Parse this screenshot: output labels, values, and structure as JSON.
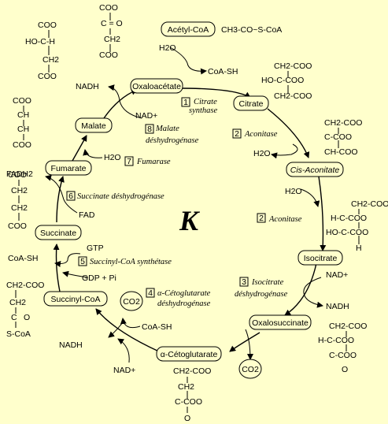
{
  "metabolites": {
    "acetylcoa": "Acétyl-CoA",
    "oxaloacetate": "Oxaloacétate",
    "citrate": "Citrate",
    "cisaconitate": "Cis-Aconitate",
    "isocitrate": "Isocitrate",
    "oxalosuccinate": "Oxalosuccinate",
    "alphaketo": "α-Cétoglutarate",
    "succinylcoa": "Succinyl-CoA",
    "succinate": "Succinate",
    "fumarate": "Fumarate",
    "malate": "Malate"
  },
  "cofactors": {
    "acetylformula": "CH3-CO~S-CoA",
    "h2o": "H2O",
    "coash": "CoA-SH",
    "nadh": "NADH",
    "nadplus": "NAD+",
    "co2": "CO2",
    "gtp": "GTP",
    "gdppi": "GDP + Pi",
    "fad": "FAD",
    "fadh2": "FADH2"
  },
  "enzymes": {
    "e1_num": "1",
    "e1a": "Citrate",
    "e1b": "synthase",
    "e2_num": "2",
    "e2": "Aconitase",
    "e3_num": "3",
    "e3a": "Isocitrate",
    "e3b": "déshydrogénase",
    "e4_num": "4",
    "e4a": "α-Cétoglutarate",
    "e4b": "déshydrogénase",
    "e5_num": "5",
    "e5": "Succinyl-CoA synthétase",
    "e6_num": "6",
    "e6": "Succinate déshydrogénase",
    "e7_num": "7",
    "e7": "Fumarase",
    "e8_num": "8",
    "e8a": "Malate",
    "e8b": "déshydrogénase"
  },
  "center_label": "K",
  "structures": {
    "coo": "COO",
    "ch2coo": "CH2-COO",
    "ch2": "CH2",
    "ho_c_h": "HO-C-H",
    "c_eq_o": "C = O",
    "c_eq_o2": "C-COO",
    "ho_c_coo": "HO-C-COO",
    "c_coo": "C-COO",
    "ch_coo": "CH-COO",
    "h_c_coo": "H-C-COO",
    "h": "H",
    "ch": "CH",
    "c_o": "C-COO",
    "c": "C",
    "o": "O",
    "scoa": "S-CoA",
    "ceqo": "C=O",
    "co": "C=O"
  }
}
